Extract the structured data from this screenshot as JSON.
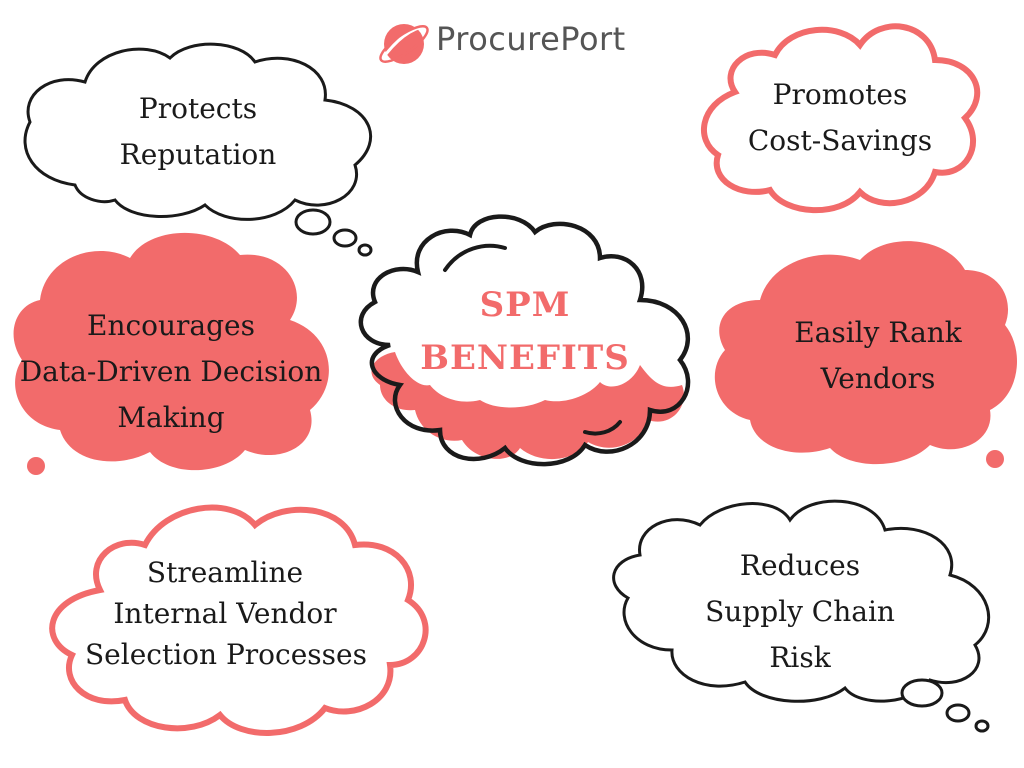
{
  "brand": {
    "name": "ProcurePort",
    "accent": "#f26b6b"
  },
  "center": {
    "line1": "SPM",
    "line2": "BENEFITS"
  },
  "benefits": {
    "protects": [
      "Protects",
      "Reputation"
    ],
    "cost": [
      "Promotes",
      "Cost-Savings"
    ],
    "data": [
      "Encourages",
      "Data-Driven Decision",
      "Making"
    ],
    "rank": [
      "Easily Rank",
      "Vendors"
    ],
    "streamline": [
      "Streamline",
      "Internal Vendor",
      "Selection Processes"
    ],
    "risk": [
      "Reduces",
      "Supply Chain",
      "Risk"
    ]
  },
  "colors": {
    "coral": "#f26b6b",
    "ink": "#1a1a1a",
    "white": "#ffffff"
  }
}
